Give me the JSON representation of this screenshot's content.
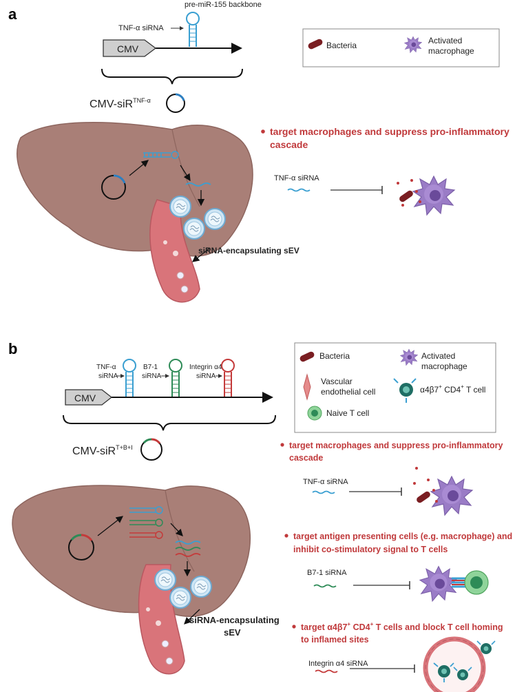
{
  "panel_a": {
    "letter": "a",
    "backbone_label": "pre-miR-155 backbone",
    "sirna_label": "TNF-α siRNA",
    "promoter": "CMV",
    "plasmid_label": "CMV-siR",
    "plasmid_sup": "TNF-α",
    "sev_label": "siRNA-encapsulating sEV",
    "bullet": "target macrophages and suppress pro-inflammatory",
    "bullet_cont": "cascade",
    "inhibit_label": "TNF-α siRNA",
    "legend": {
      "bacteria": "Bacteria",
      "macrophage_1": "Activated",
      "macrophage_2": "macrophage"
    }
  },
  "panel_b": {
    "letter": "b",
    "promoter": "CMV",
    "insert1_1": "TNF-α",
    "insert1_2": "siRNA",
    "insert2_1": "B7-1",
    "insert2_2": "siRNA",
    "insert3_1": "Integrin α4",
    "insert3_2": "siRNA",
    "plasmid_label": "CMV-siR",
    "plasmid_sup": "T+B+I",
    "sev_label_1": "siRNA-encapsulating",
    "sev_label_2": "sEV",
    "legend": {
      "bacteria": "Bacteria",
      "macrophage_1": "Activated",
      "macrophage_2": "macrophage",
      "endothelial_1": "Vascular",
      "endothelial_2": "endothelial cell",
      "tcell_a": "α4β7",
      "tcell_b": "CD4",
      "tcell_c": "T cell",
      "naive": "Naive T cell"
    },
    "bullet1": "target macrophages and suppress pro-inflammatory",
    "bullet1_cont": "cascade",
    "inhibit1": "TNF-α siRNA",
    "bullet2": "target antigen presenting cells (e.g. macrophage) and",
    "bullet2_cont": "inhibit co-stimulatory signal to T cells",
    "inhibit2": "B7-1 siRNA",
    "bullet3a": "target α4β7",
    "bullet3b": "CD4",
    "bullet3c": "T cells and block T cell homing",
    "bullet3_cont": "to inflamed sites",
    "inhibit3": "Integrin α4 siRNA"
  },
  "colors": {
    "accent_red": "#c0393b",
    "liver": "#a97f77",
    "vessel": "#d9747a",
    "macrophage": "#9a7cc6",
    "bacteria": "#7a1e22",
    "sirna_blue": "#3a9fd1",
    "sirna_green": "#2e8b57",
    "sirna_red": "#c43a3a"
  }
}
